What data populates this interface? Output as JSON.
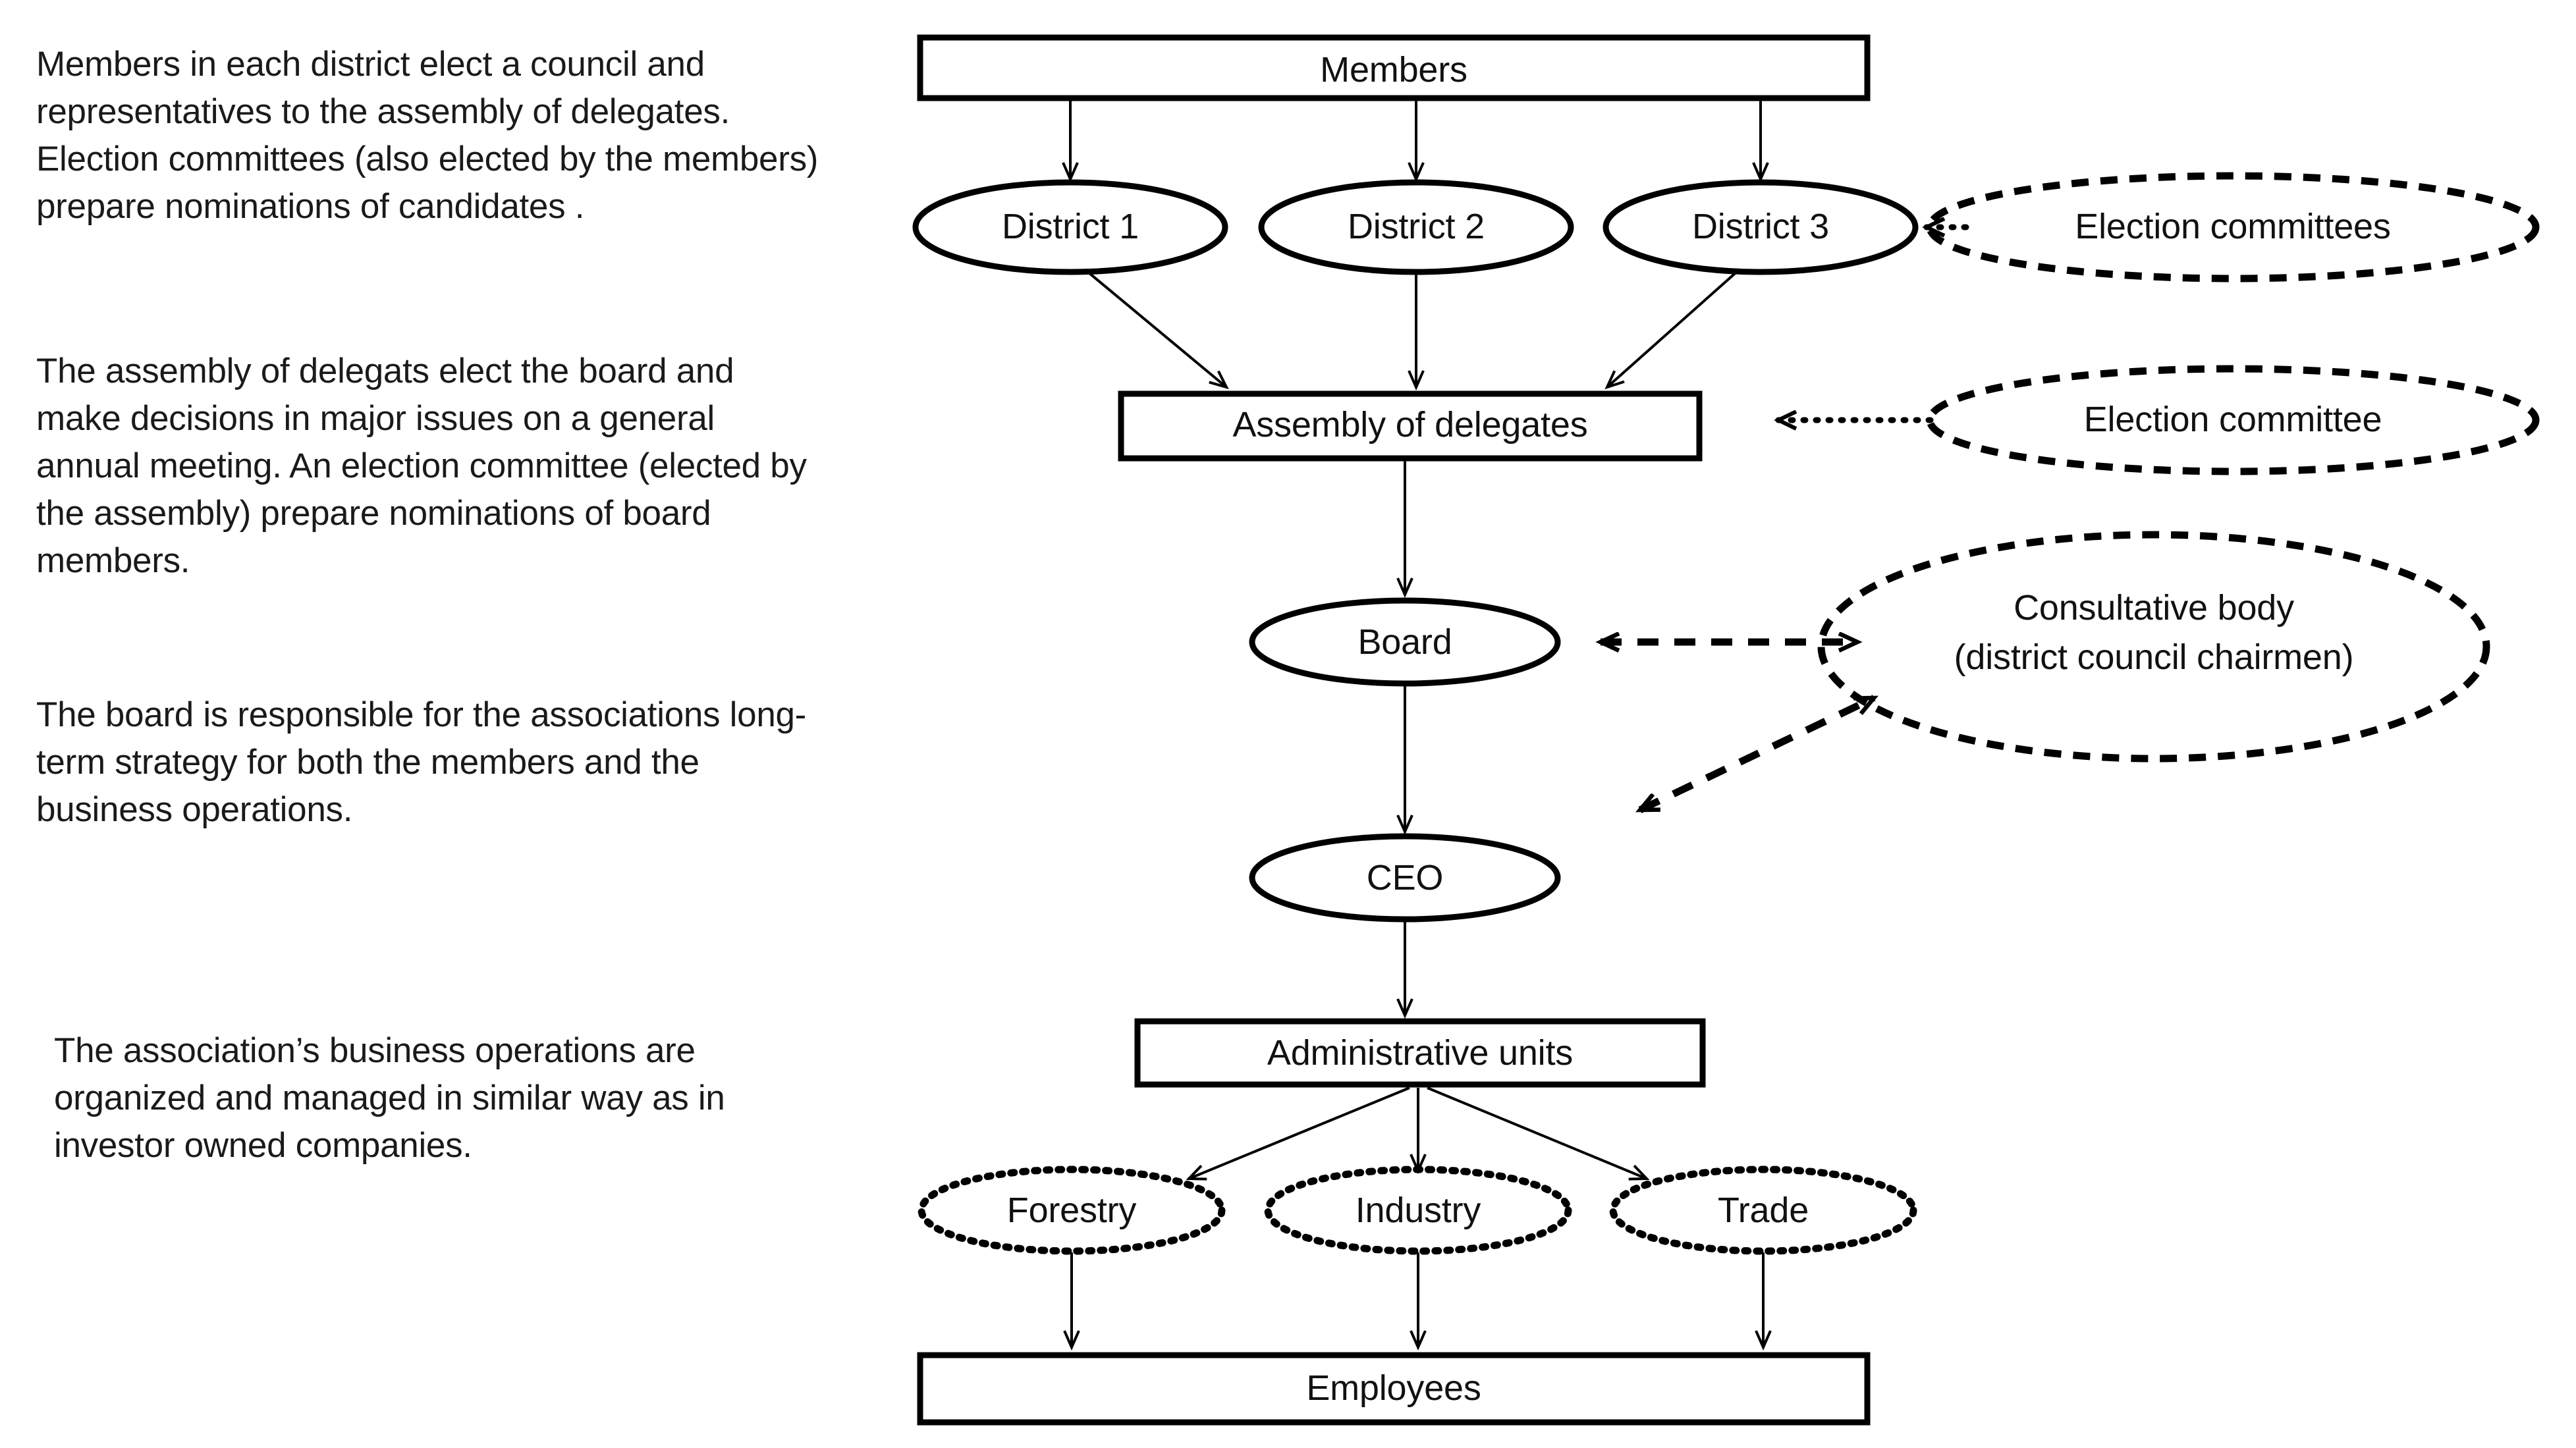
{
  "document": {
    "title": "Association governance and business organization diagram",
    "background_color": "#ffffff",
    "line_color": "#000000",
    "text_color": "#111111"
  },
  "notes": {
    "paragraphs": [
      {
        "id": "members-districts",
        "text": "Members in each district elect a council and representatives to the assembly of delegates. Election committees (also elected by the members) prepare nominations of candidates ."
      },
      {
        "id": "assembly-board",
        "text": "The assembly of delegats elect the board and make decisions in major issues on a general annual meeting. An election committee (elected by the assembly) prepare nominations of board members."
      },
      {
        "id": "board-strategy",
        "text": "The board is responsible for the associations long-term strategy for both  the members and the business operations."
      },
      {
        "id": "business-operations",
        "text": "The association’s business operations are organized and managed in similar way as in investor owned companies."
      }
    ]
  },
  "chart_data": {
    "type": "diagram",
    "title": "Association governance and business organization diagram",
    "nodes": [
      {
        "id": "members",
        "label": "Members",
        "shape": "rectangle",
        "border": "solid"
      },
      {
        "id": "district-1",
        "label": "District 1",
        "shape": "ellipse",
        "border": "solid"
      },
      {
        "id": "district-2",
        "label": "District 2",
        "shape": "ellipse",
        "border": "solid"
      },
      {
        "id": "district-3",
        "label": "District 3",
        "shape": "ellipse",
        "border": "solid"
      },
      {
        "id": "election-committees",
        "label": "Election committees",
        "shape": "ellipse",
        "border": "dashed"
      },
      {
        "id": "assembly",
        "label": "Assembly of delegates",
        "shape": "rectangle",
        "border": "solid"
      },
      {
        "id": "election-committee",
        "label": "Election committee",
        "shape": "ellipse",
        "border": "dashed"
      },
      {
        "id": "board",
        "label": "Board",
        "shape": "ellipse",
        "border": "solid"
      },
      {
        "id": "consultative-body",
        "label": "Consultative body\n(district council chairmen)",
        "shape": "ellipse",
        "border": "dashed"
      },
      {
        "id": "ceo",
        "label": "CEO",
        "shape": "ellipse",
        "border": "solid"
      },
      {
        "id": "admin-units",
        "label": "Administrative units",
        "shape": "rectangle",
        "border": "solid"
      },
      {
        "id": "forestry",
        "label": "Forestry",
        "shape": "ellipse",
        "border": "dotted"
      },
      {
        "id": "industry",
        "label": "Industry",
        "shape": "ellipse",
        "border": "dotted"
      },
      {
        "id": "trade",
        "label": "Trade",
        "shape": "ellipse",
        "border": "dotted"
      },
      {
        "id": "employees",
        "label": "Employees",
        "shape": "rectangle",
        "border": "solid"
      }
    ],
    "edges": [
      {
        "from": "members",
        "to": "district-1",
        "style": "solid",
        "arrow": "single"
      },
      {
        "from": "members",
        "to": "district-2",
        "style": "solid",
        "arrow": "single"
      },
      {
        "from": "members",
        "to": "district-3",
        "style": "solid",
        "arrow": "single"
      },
      {
        "from": "district-1",
        "to": "assembly",
        "style": "solid",
        "arrow": "single"
      },
      {
        "from": "district-2",
        "to": "assembly",
        "style": "solid",
        "arrow": "single"
      },
      {
        "from": "district-3",
        "to": "assembly",
        "style": "solid",
        "arrow": "single"
      },
      {
        "from": "election-committees",
        "to": "district-3",
        "style": "dotted",
        "arrow": "single"
      },
      {
        "from": "assembly",
        "to": "board",
        "style": "solid",
        "arrow": "single"
      },
      {
        "from": "election-committee",
        "to": "assembly",
        "style": "dotted",
        "arrow": "single"
      },
      {
        "from": "board",
        "to": "consultative-body",
        "style": "dashed",
        "arrow": "double"
      },
      {
        "from": "ceo",
        "to": "consultative-body",
        "style": "dashed",
        "arrow": "double"
      },
      {
        "from": "board",
        "to": "ceo",
        "style": "solid",
        "arrow": "single"
      },
      {
        "from": "ceo",
        "to": "admin-units",
        "style": "solid",
        "arrow": "single"
      },
      {
        "from": "admin-units",
        "to": "forestry",
        "style": "solid",
        "arrow": "single"
      },
      {
        "from": "admin-units",
        "to": "industry",
        "style": "solid",
        "arrow": "single"
      },
      {
        "from": "admin-units",
        "to": "trade",
        "style": "solid",
        "arrow": "single"
      },
      {
        "from": "forestry",
        "to": "employees",
        "style": "solid",
        "arrow": "single"
      },
      {
        "from": "industry",
        "to": "employees",
        "style": "solid",
        "arrow": "single"
      },
      {
        "from": "trade",
        "to": "employees",
        "style": "solid",
        "arrow": "single"
      }
    ]
  },
  "labels": {
    "members": "Members",
    "district_1": "District 1",
    "district_2": "District 2",
    "district_3": "District 3",
    "election_committees": "Election committees",
    "assembly": "Assembly of delegates",
    "election_committee": "Election committee",
    "board": "Board",
    "consultative_body_line1": "Consultative body",
    "consultative_body_line2": "(district council chairmen)",
    "ceo": "CEO",
    "admin_units": "Administrative units",
    "forestry": "Forestry",
    "industry": "Industry",
    "trade": "Trade",
    "employees": "Employees"
  }
}
